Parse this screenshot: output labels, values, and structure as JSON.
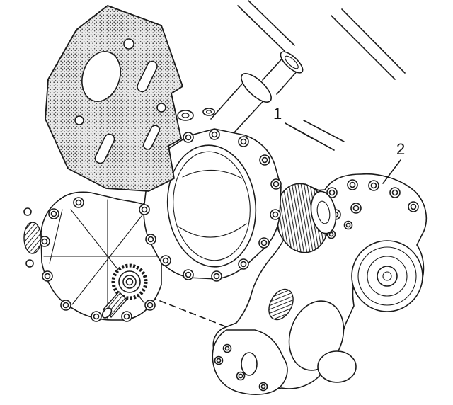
{
  "figure": {
    "type": "exploded-parts-diagram",
    "description": "Transfer case separated from transaxle adapter with mounting bracket",
    "colors": {
      "background": "#ffffff",
      "line": "#1a1a1a"
    },
    "callouts": [
      {
        "label": "1"
      },
      {
        "label": "2"
      }
    ]
  }
}
